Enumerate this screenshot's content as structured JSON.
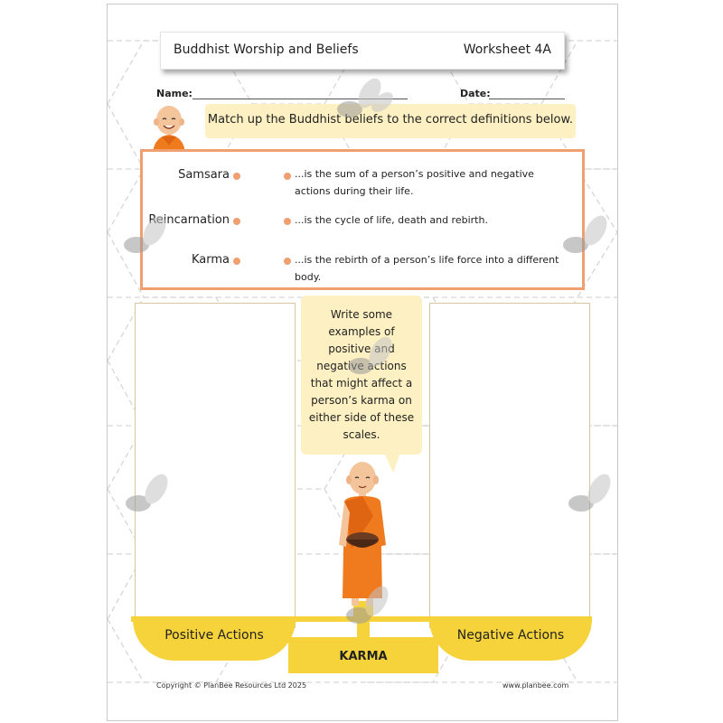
{
  "header": {
    "title": "Buddhist Worship and Beliefs",
    "worksheet": "Worksheet 4A"
  },
  "form": {
    "name_label": "Name:",
    "date_label": "Date:"
  },
  "instruction": "Match up the Buddhist beliefs to the correct definitions below.",
  "matching": {
    "terms": [
      "Samsara",
      "Reincarnation",
      "Karma"
    ],
    "definitions": [
      "...is the sum of a person’s positive and negative actions during their life.",
      "...is the cycle of life, death and rebirth.",
      "...is the rebirth of a person’s life force into a different body."
    ]
  },
  "bubble_text": "Write some examples of positive and negative actions that might affect a person’s karma on either side of these scales.",
  "scales": {
    "left_label": "Positive Actions",
    "right_label": "Negative Actions",
    "base_label": "KARMA"
  },
  "footer": {
    "copyright": "Copyright © PlanBee Resources Ltd 2025",
    "website": "www.planbee.com"
  },
  "colors": {
    "accent_orange": "#f0a070",
    "cream": "#fdf0c2",
    "yellow": "#f6d33a",
    "robe": "#f07a1e"
  },
  "icons": [
    "monk-avatar-icon",
    "monk-figure-icon",
    "bee-watermark-icon"
  ]
}
